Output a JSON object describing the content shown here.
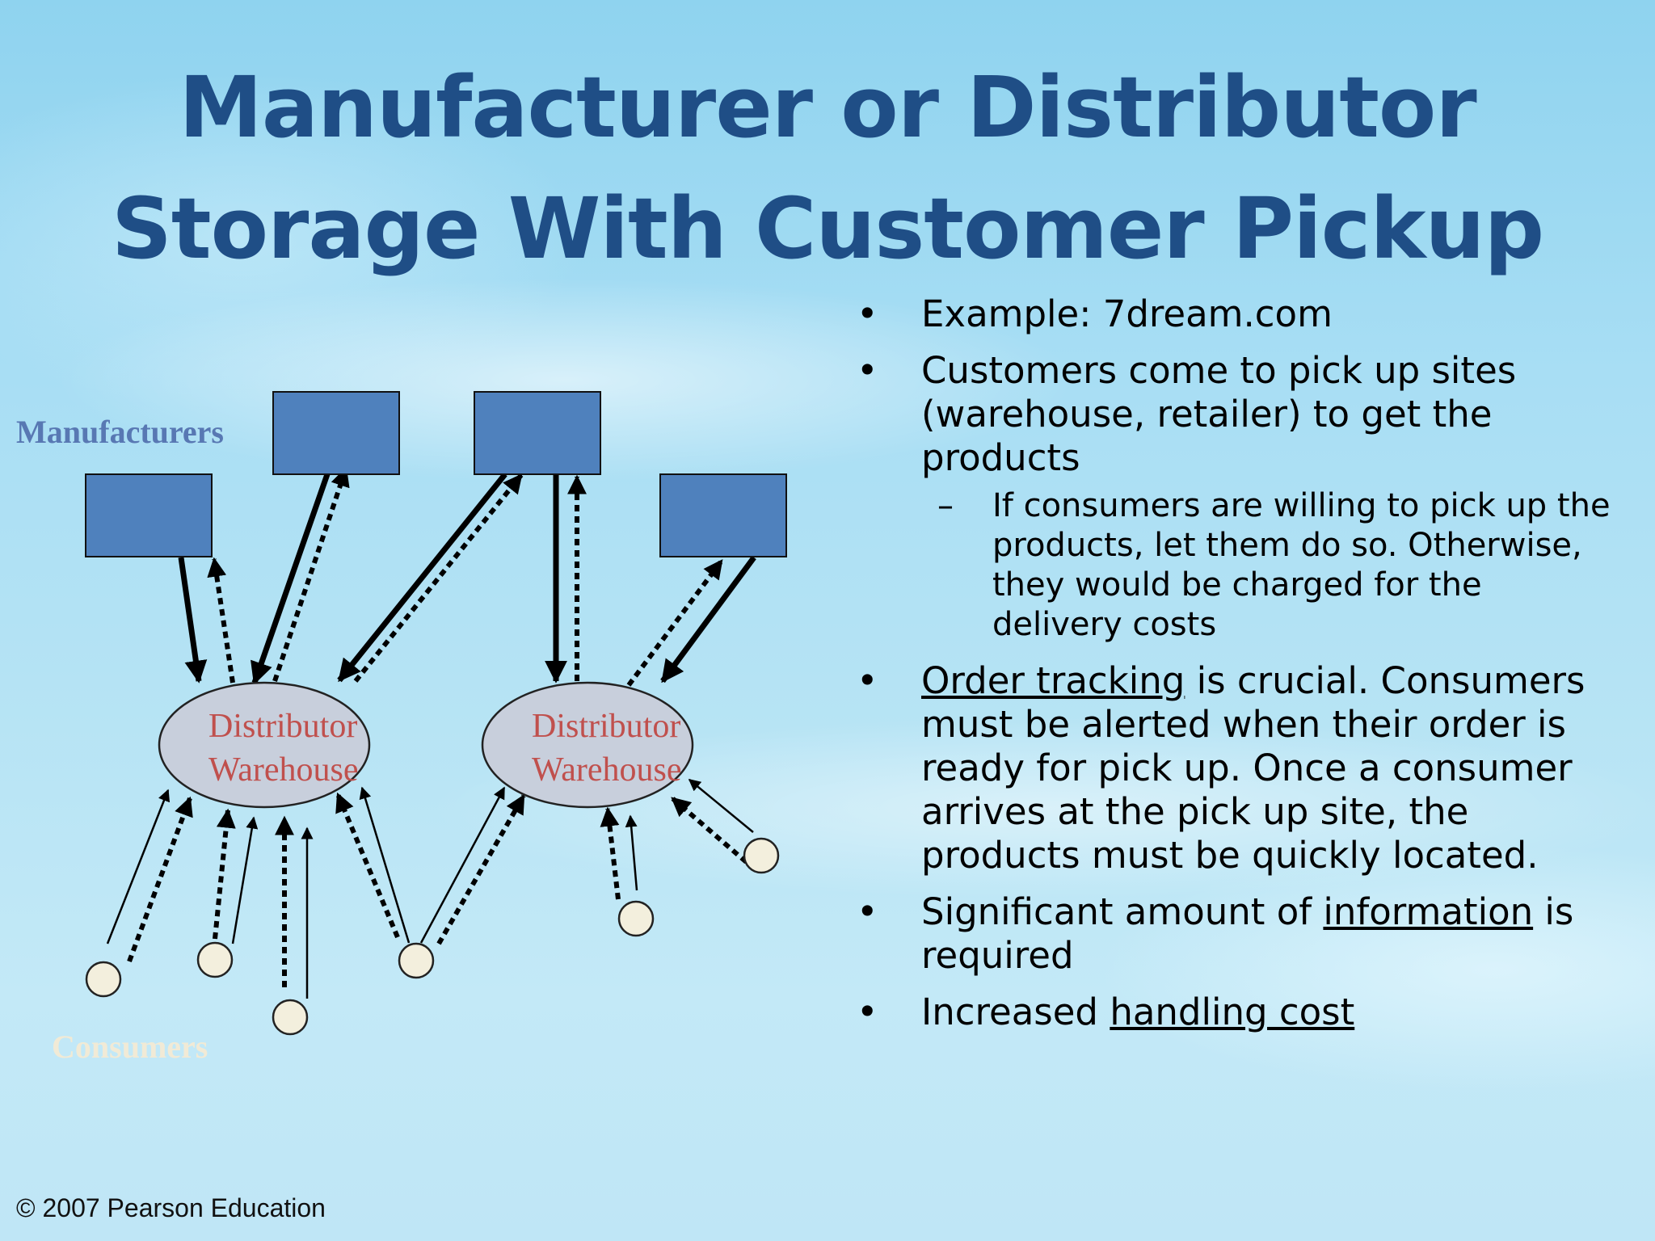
{
  "title": {
    "line1": "Manufacturer or Distributor",
    "line2": "Storage With Customer Pickup"
  },
  "diagram": {
    "manufacturers_label": "Manufacturers",
    "consumers_label": "Consumers",
    "warehouse_left": {
      "line1": "Distributor",
      "line2": "Warehouse"
    },
    "warehouse_right": {
      "line1": "Distributor",
      "line2": "Warehouse"
    }
  },
  "bullets": {
    "b1_bullet": "•",
    "b1": "Example: 7dream.com",
    "b2_bullet": "•",
    "b2": "Customers come to pick up sites (warehouse, retailer) to get the products",
    "b2_sub_dash": "–",
    "b2_sub": "If consumers are willing to pick up the products, let them do so. Otherwise, they would be charged for the delivery costs",
    "b3_bullet": "•",
    "b3_underlined": "Order tracking",
    "b3_rest": " is crucial. Consumers must be alerted when their order is ready for pick up. Once a consumer arrives at the pick up site, the products must be quickly located.",
    "b4_bullet": "•",
    "b4_pre": "Significant amount of ",
    "b4_underlined": "information",
    "b4_post": " is required",
    "b5_bullet": "•",
    "b5_pre": "Increased ",
    "b5_underlined": "handling cost"
  },
  "footer": {
    "copyright": "© 2007 Pearson Education"
  },
  "colors": {
    "title": "#1f4e86",
    "manufacturer_box": "#4f81bd",
    "warehouse_fill": "#c8cfdc",
    "warehouse_text": "#c0504d",
    "consumer_fill": "#f3efdd",
    "manufacturers_label": "#5878b3",
    "consumers_label": "#f1ead6"
  }
}
